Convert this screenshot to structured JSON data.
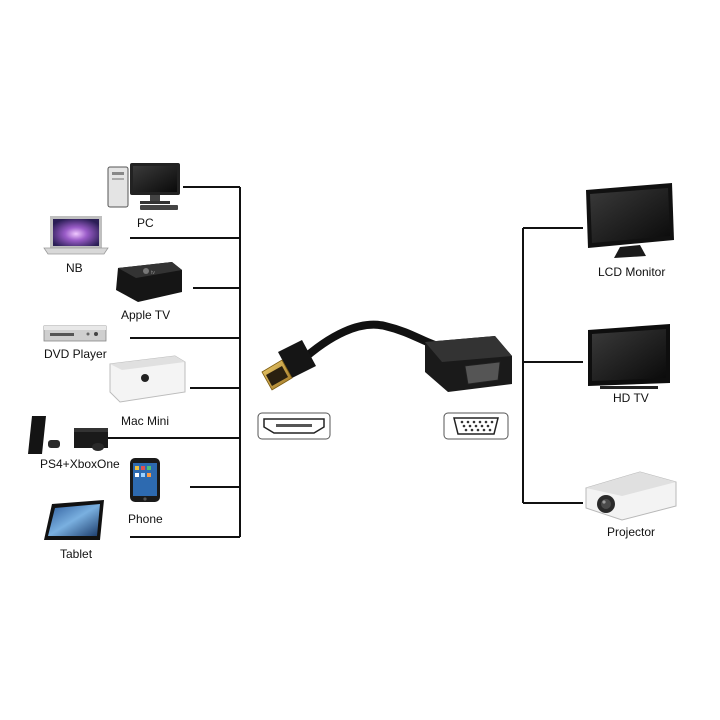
{
  "sources": {
    "pc": "PC",
    "nb": "NB",
    "apple_tv": "Apple TV",
    "dvd_player": "DVD Player",
    "mac_mini": "Mac Mini",
    "consoles": "PS4+XboxOne",
    "phone": "Phone",
    "tablet": "Tablet"
  },
  "outputs": {
    "lcd_monitor": "LCD Monitor",
    "hd_tv": "HD TV",
    "projector": "Projector"
  },
  "colors": {
    "line": "#111111",
    "device_dark": "#1a1a1a",
    "connector_gold": "#c8a035"
  },
  "connector_icons": {
    "left": "hdmi-port-icon",
    "right": "vga-port-icon"
  }
}
